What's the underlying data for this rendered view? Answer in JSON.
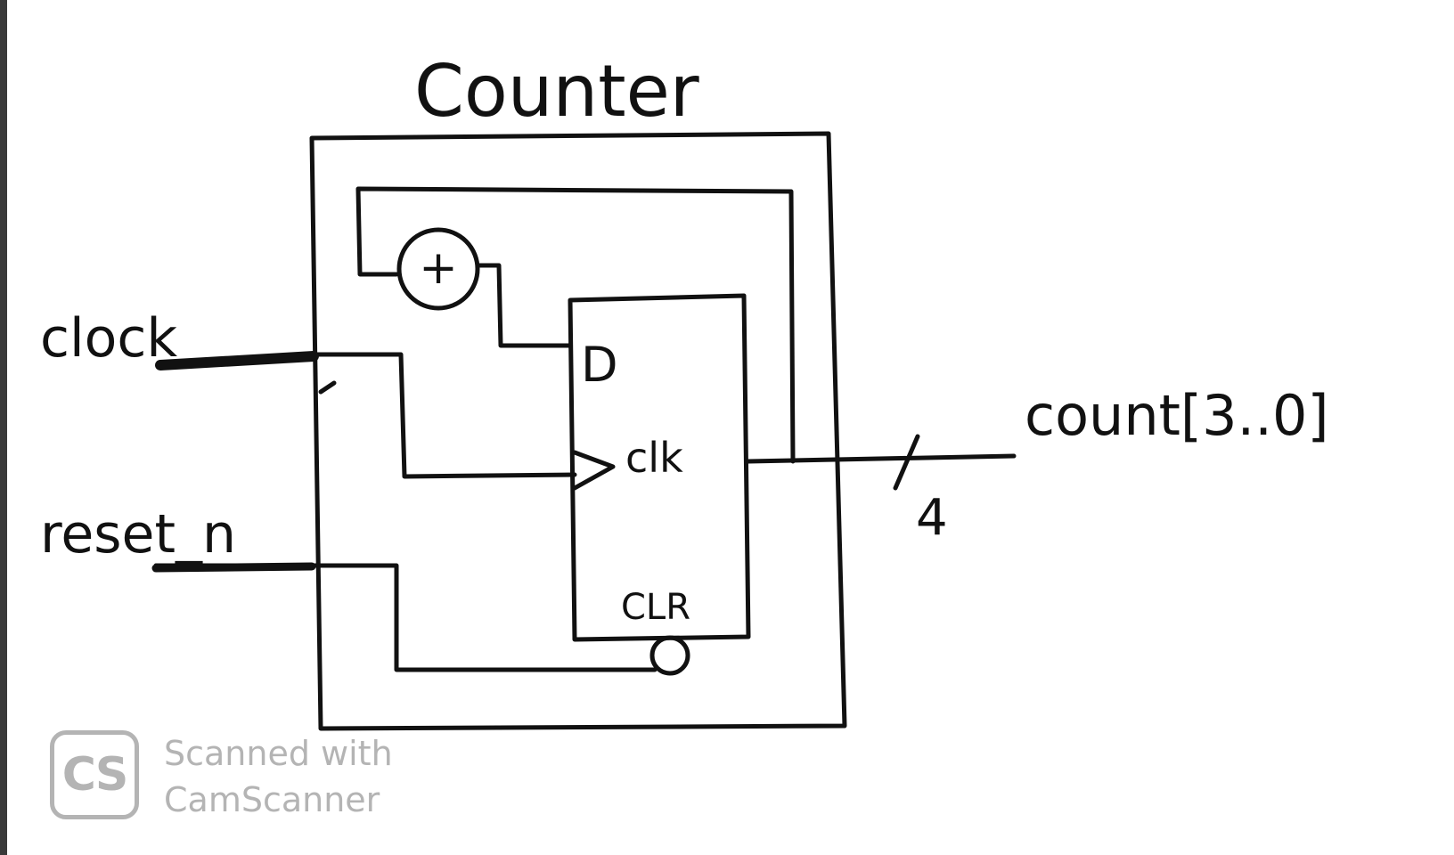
{
  "diagram": {
    "title": "Counter",
    "inputs": {
      "clock": "clock",
      "reset": "reset_n"
    },
    "adder_symbol": "+",
    "register": {
      "d_pin": "D",
      "clk_pin": "clk",
      "clr_pin": "CLR"
    },
    "output": {
      "label": "count[3..0]",
      "bus_width": "4"
    },
    "colors": {
      "ink": "#111111",
      "paper": "#ffffff",
      "watermark": "#b4b4b4"
    }
  },
  "watermark": {
    "logo": "CS",
    "line1": "Scanned with",
    "line2": "CamScanner"
  }
}
